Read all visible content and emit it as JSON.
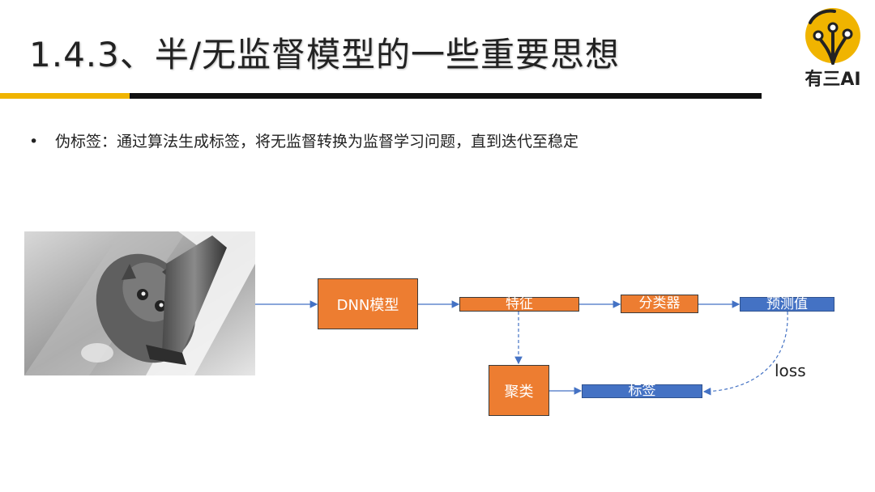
{
  "slide": {
    "title": "1.4.3、半/无监督模型的一些重要思想",
    "bullet": "伪标签：通过算法生成标签，将无监督转换为监督学习问题，直到迭代至稳定"
  },
  "logo": {
    "text": "有三AI",
    "icon": "circuit-bulb-icon"
  },
  "diagram": {
    "dnn_label": "DNN模型",
    "feature_label": "特征",
    "classifier_label": "分类器",
    "prediction_label": "预测值",
    "cluster_label": "聚类",
    "label_label": "标签",
    "loss_label": "loss",
    "input_image": "cat-photo"
  },
  "colors": {
    "accent": "#F0B400",
    "rule": "#111111",
    "orange_box": "#ED7D31",
    "blue_box": "#4472C4",
    "arrow": "#4472C4"
  }
}
